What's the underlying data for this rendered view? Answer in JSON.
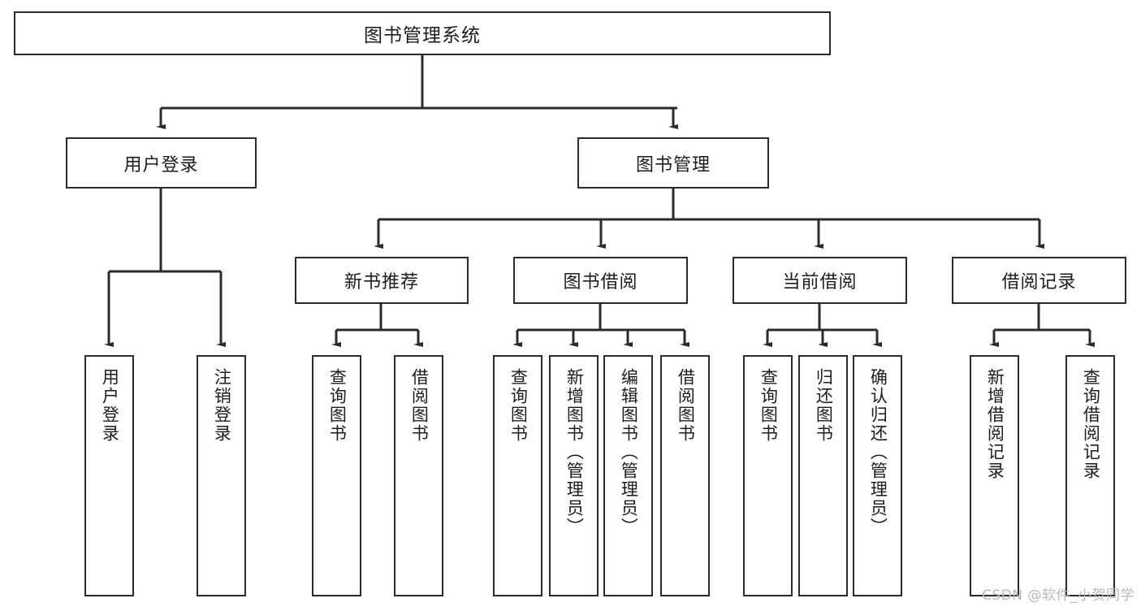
{
  "diagram": {
    "title": "图书管理系统",
    "root": {
      "label": "图书管理系统"
    },
    "level2": [
      {
        "label": "用户登录"
      },
      {
        "label": "图书管理"
      }
    ],
    "level3": [
      {
        "label": "新书推荐"
      },
      {
        "label": "图书借阅"
      },
      {
        "label": "当前借阅"
      },
      {
        "label": "借阅记录"
      }
    ],
    "leaves": {
      "user_login": [
        {
          "label": "用户登录"
        },
        {
          "label": "注销登录"
        }
      ],
      "new_book": [
        {
          "label": "查询图书"
        },
        {
          "label": "借阅图书"
        }
      ],
      "borrow_book": [
        {
          "label": "查询图书"
        },
        {
          "label": "新增图书（管理员）"
        },
        {
          "label": "编辑图书（管理员）"
        },
        {
          "label": "借阅图书"
        }
      ],
      "current_borrow": [
        {
          "label": "查询图书"
        },
        {
          "label": "归还图书"
        },
        {
          "label": "确认归还（管理员）"
        }
      ],
      "borrow_record": [
        {
          "label": "新增借阅记录"
        },
        {
          "label": "查询借阅记录"
        }
      ]
    }
  },
  "watermark": {
    "text": "CSDN @软件_小贺同学"
  },
  "colors": {
    "line": "#2b2b2b",
    "box_border": "#2b2b2b",
    "background": "#ffffff",
    "text": "#1c1c1c",
    "watermark": "#b9b9b9"
  }
}
